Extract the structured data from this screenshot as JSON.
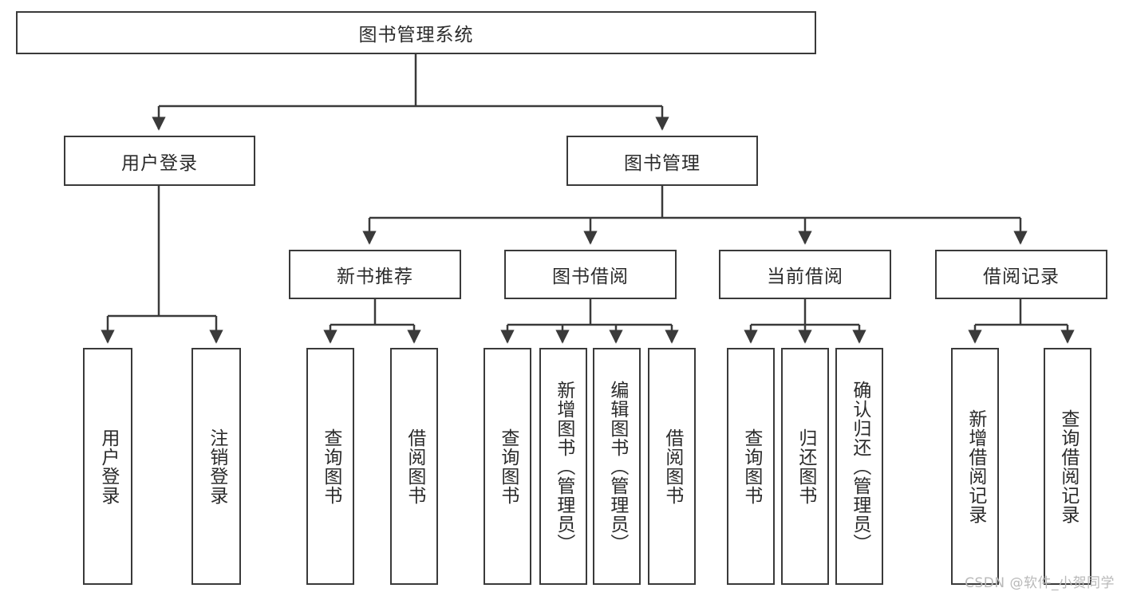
{
  "diagram": {
    "title": "图书管理系统",
    "type": "hierarchy-tree",
    "watermark": "CSDN @软件_小贺同学",
    "colors": {
      "stroke": "#3a3a3a",
      "fill": "#ffffff",
      "text": "#2b2b2b",
      "watermark": "#b9b9b9"
    },
    "levels": [
      {
        "level": 1,
        "nodes": [
          {
            "id": "root",
            "label": "图书管理系统",
            "orientation": "horizontal"
          }
        ]
      },
      {
        "level": 2,
        "nodes": [
          {
            "id": "login",
            "label": "用户登录",
            "orientation": "horizontal",
            "parent": "root"
          },
          {
            "id": "bookmgmt",
            "label": "图书管理",
            "orientation": "horizontal",
            "parent": "root"
          }
        ]
      },
      {
        "level": 3,
        "nodes": [
          {
            "id": "newbook",
            "label": "新书推荐",
            "orientation": "horizontal",
            "parent": "bookmgmt"
          },
          {
            "id": "borrow",
            "label": "图书借阅",
            "orientation": "horizontal",
            "parent": "bookmgmt"
          },
          {
            "id": "current",
            "label": "当前借阅",
            "orientation": "horizontal",
            "parent": "bookmgmt"
          },
          {
            "id": "record",
            "label": "借阅记录",
            "orientation": "horizontal",
            "parent": "bookmgmt"
          }
        ]
      },
      {
        "level": 4,
        "nodes": [
          {
            "id": "leaf1",
            "label": "用户登录",
            "orientation": "vertical",
            "parent": "login"
          },
          {
            "id": "leaf2",
            "label": "注销登录",
            "orientation": "vertical",
            "parent": "login"
          },
          {
            "id": "leaf3",
            "label": "查询图书",
            "orientation": "vertical",
            "parent": "newbook"
          },
          {
            "id": "leaf4",
            "label": "借阅图书",
            "orientation": "vertical",
            "parent": "newbook"
          },
          {
            "id": "leaf5",
            "label": "查询图书",
            "orientation": "vertical",
            "parent": "borrow"
          },
          {
            "id": "leaf6",
            "label": "新增图书（管理员）",
            "orientation": "vertical",
            "parent": "borrow"
          },
          {
            "id": "leaf7",
            "label": "编辑图书（管理员）",
            "orientation": "vertical",
            "parent": "borrow"
          },
          {
            "id": "leaf8",
            "label": "借阅图书",
            "orientation": "vertical",
            "parent": "borrow"
          },
          {
            "id": "leaf9",
            "label": "查询图书",
            "orientation": "vertical",
            "parent": "current"
          },
          {
            "id": "leaf10",
            "label": "归还图书",
            "orientation": "vertical",
            "parent": "current"
          },
          {
            "id": "leaf11",
            "label": "确认归还（管理员）",
            "orientation": "vertical",
            "parent": "current"
          },
          {
            "id": "leaf12",
            "label": "新增借阅记录",
            "orientation": "vertical",
            "parent": "record"
          },
          {
            "id": "leaf13",
            "label": "查询借阅记录",
            "orientation": "vertical",
            "parent": "record"
          }
        ]
      }
    ]
  }
}
